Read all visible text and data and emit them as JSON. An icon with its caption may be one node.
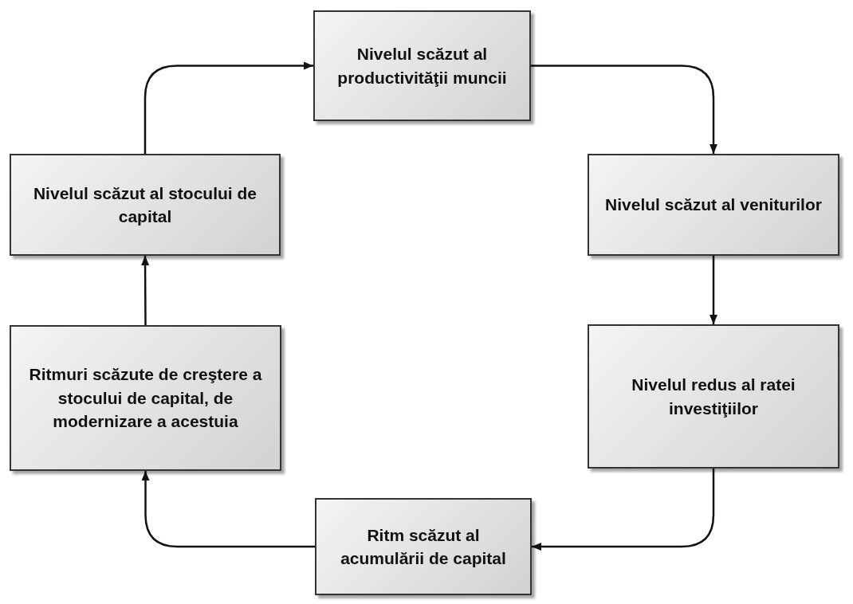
{
  "diagram": {
    "nodes": [
      {
        "text": [
          "Nivelul scăzut al productivităţii muncii"
        ]
      },
      {
        "text": [
          "Nivelul scăzut al veniturilor"
        ]
      },
      {
        "text": [
          "Nivelul redus al ratei investiţiilor"
        ]
      },
      {
        "text": [
          "Ritm scăzut al acumulării de capital"
        ]
      },
      {
        "text": [
          "Ritmuri scăzute de creştere a stocului de capital, de modernizare a acestuia"
        ]
      },
      {
        "text": [
          "Nivelul scăzut al stocului de capital"
        ]
      }
    ],
    "edges": [
      {
        "from": 0,
        "to": 1,
        "arrow": "to"
      },
      {
        "from": 1,
        "to": 2,
        "arrow": "to"
      },
      {
        "from": 2,
        "to": 3,
        "arrow": "to"
      },
      {
        "from": 3,
        "to": 4,
        "arrow": "to"
      },
      {
        "from": 4,
        "to": 5,
        "arrow": "to"
      },
      {
        "from": 5,
        "to": 0,
        "arrow": "to"
      }
    ]
  }
}
